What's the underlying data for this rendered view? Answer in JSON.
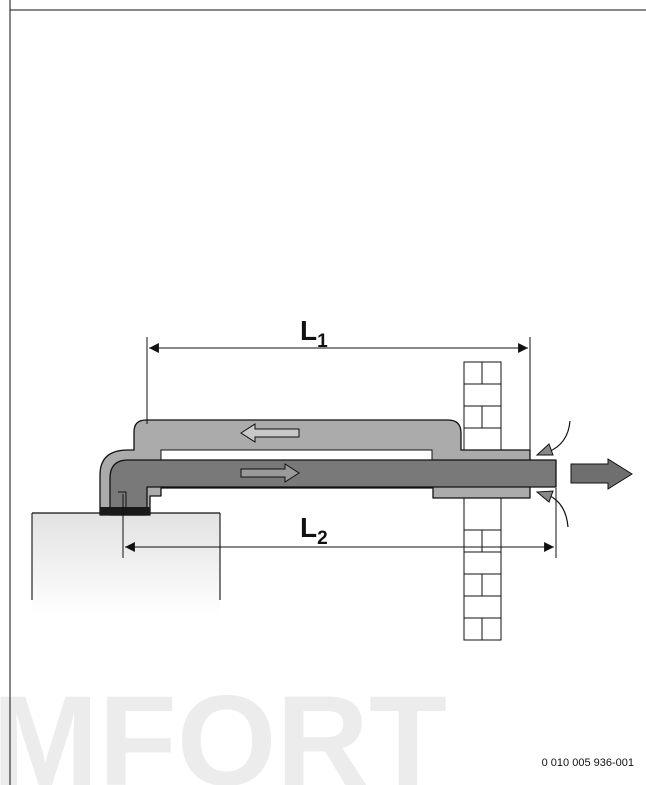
{
  "dimension_upper": {
    "letter": "L",
    "subscript": "1"
  },
  "dimension_lower": {
    "letter": "L",
    "subscript": "2"
  },
  "reference_code": "0 010 005 936-001",
  "watermark_text": "MFORT",
  "colors": {
    "outer_pipe": "#ababab",
    "inner_pipe": "#797979",
    "flow_arrow": "#6f6f6f",
    "boiler_top": "#e3e3e3",
    "lines": "#111111"
  }
}
